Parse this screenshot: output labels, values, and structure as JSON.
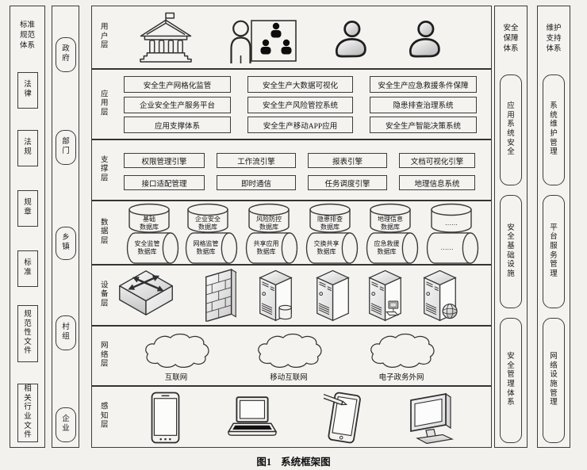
{
  "caption": {
    "fig": "图1",
    "title": "系统框架图"
  },
  "standards_column": {
    "title": "标准规范体系",
    "items": [
      "法律",
      "法规",
      "规章",
      "标准",
      "规范性文件",
      "相关行业文件"
    ]
  },
  "levels_column": {
    "items": [
      "政府",
      "部门",
      "乡镇",
      "村组",
      "企业"
    ]
  },
  "layers": {
    "user": {
      "label": "用户层",
      "icons": [
        "government-building",
        "publicity-training",
        "user",
        "user"
      ]
    },
    "application": {
      "label": "应用层",
      "boxes": [
        "安全生产网格化监管",
        "安全生产大数据可视化",
        "安全生产应急救援条件保障",
        "企业安全生产服务平台",
        "安全生产风险管控系统",
        "隐患排查治理系统",
        "应用支撑体系",
        "安全生产移动APP应用",
        "安全生产智能决策系统"
      ]
    },
    "support": {
      "label": "支撑层",
      "boxes": [
        "权限管理引擎",
        "工作流引擎",
        "报表引擎",
        "文档可视化引擎",
        "接口适配管理",
        "即时通信",
        "任务调度引擎",
        "地理信息系统"
      ]
    },
    "data": {
      "label": "数据层",
      "top_databases": [
        "基础\n数据库",
        "企业安全\n数据库",
        "风险防控\n数据库",
        "隐患排查\n数据库",
        "地理信息\n数据库",
        "……"
      ],
      "bottom_databases": [
        "安全监管\n数据库",
        "网格监管\n数据库",
        "共享应用\n数据库",
        "交换共享\n数据库",
        "应急救援\n数据库",
        "……"
      ]
    },
    "device": {
      "label": "设备层",
      "icons": [
        "switch",
        "firewall",
        "database-server",
        "server",
        "application-server",
        "web-server"
      ]
    },
    "network": {
      "label": "网络层",
      "clouds": [
        "互联网",
        "移动互联网",
        "电子政务外网"
      ]
    },
    "perception": {
      "label": "感知层",
      "icons": [
        "smartphone",
        "laptop",
        "tablet",
        "monitor"
      ]
    }
  },
  "security_column": {
    "title": "安全保障体系",
    "items": [
      "应用系统安全",
      "安全基础设施",
      "安全管理体系"
    ]
  },
  "maintenance_column": {
    "title": "维护支持体系",
    "items": [
      "系统维护管理",
      "平台服务管理",
      "网络设施管理"
    ]
  }
}
